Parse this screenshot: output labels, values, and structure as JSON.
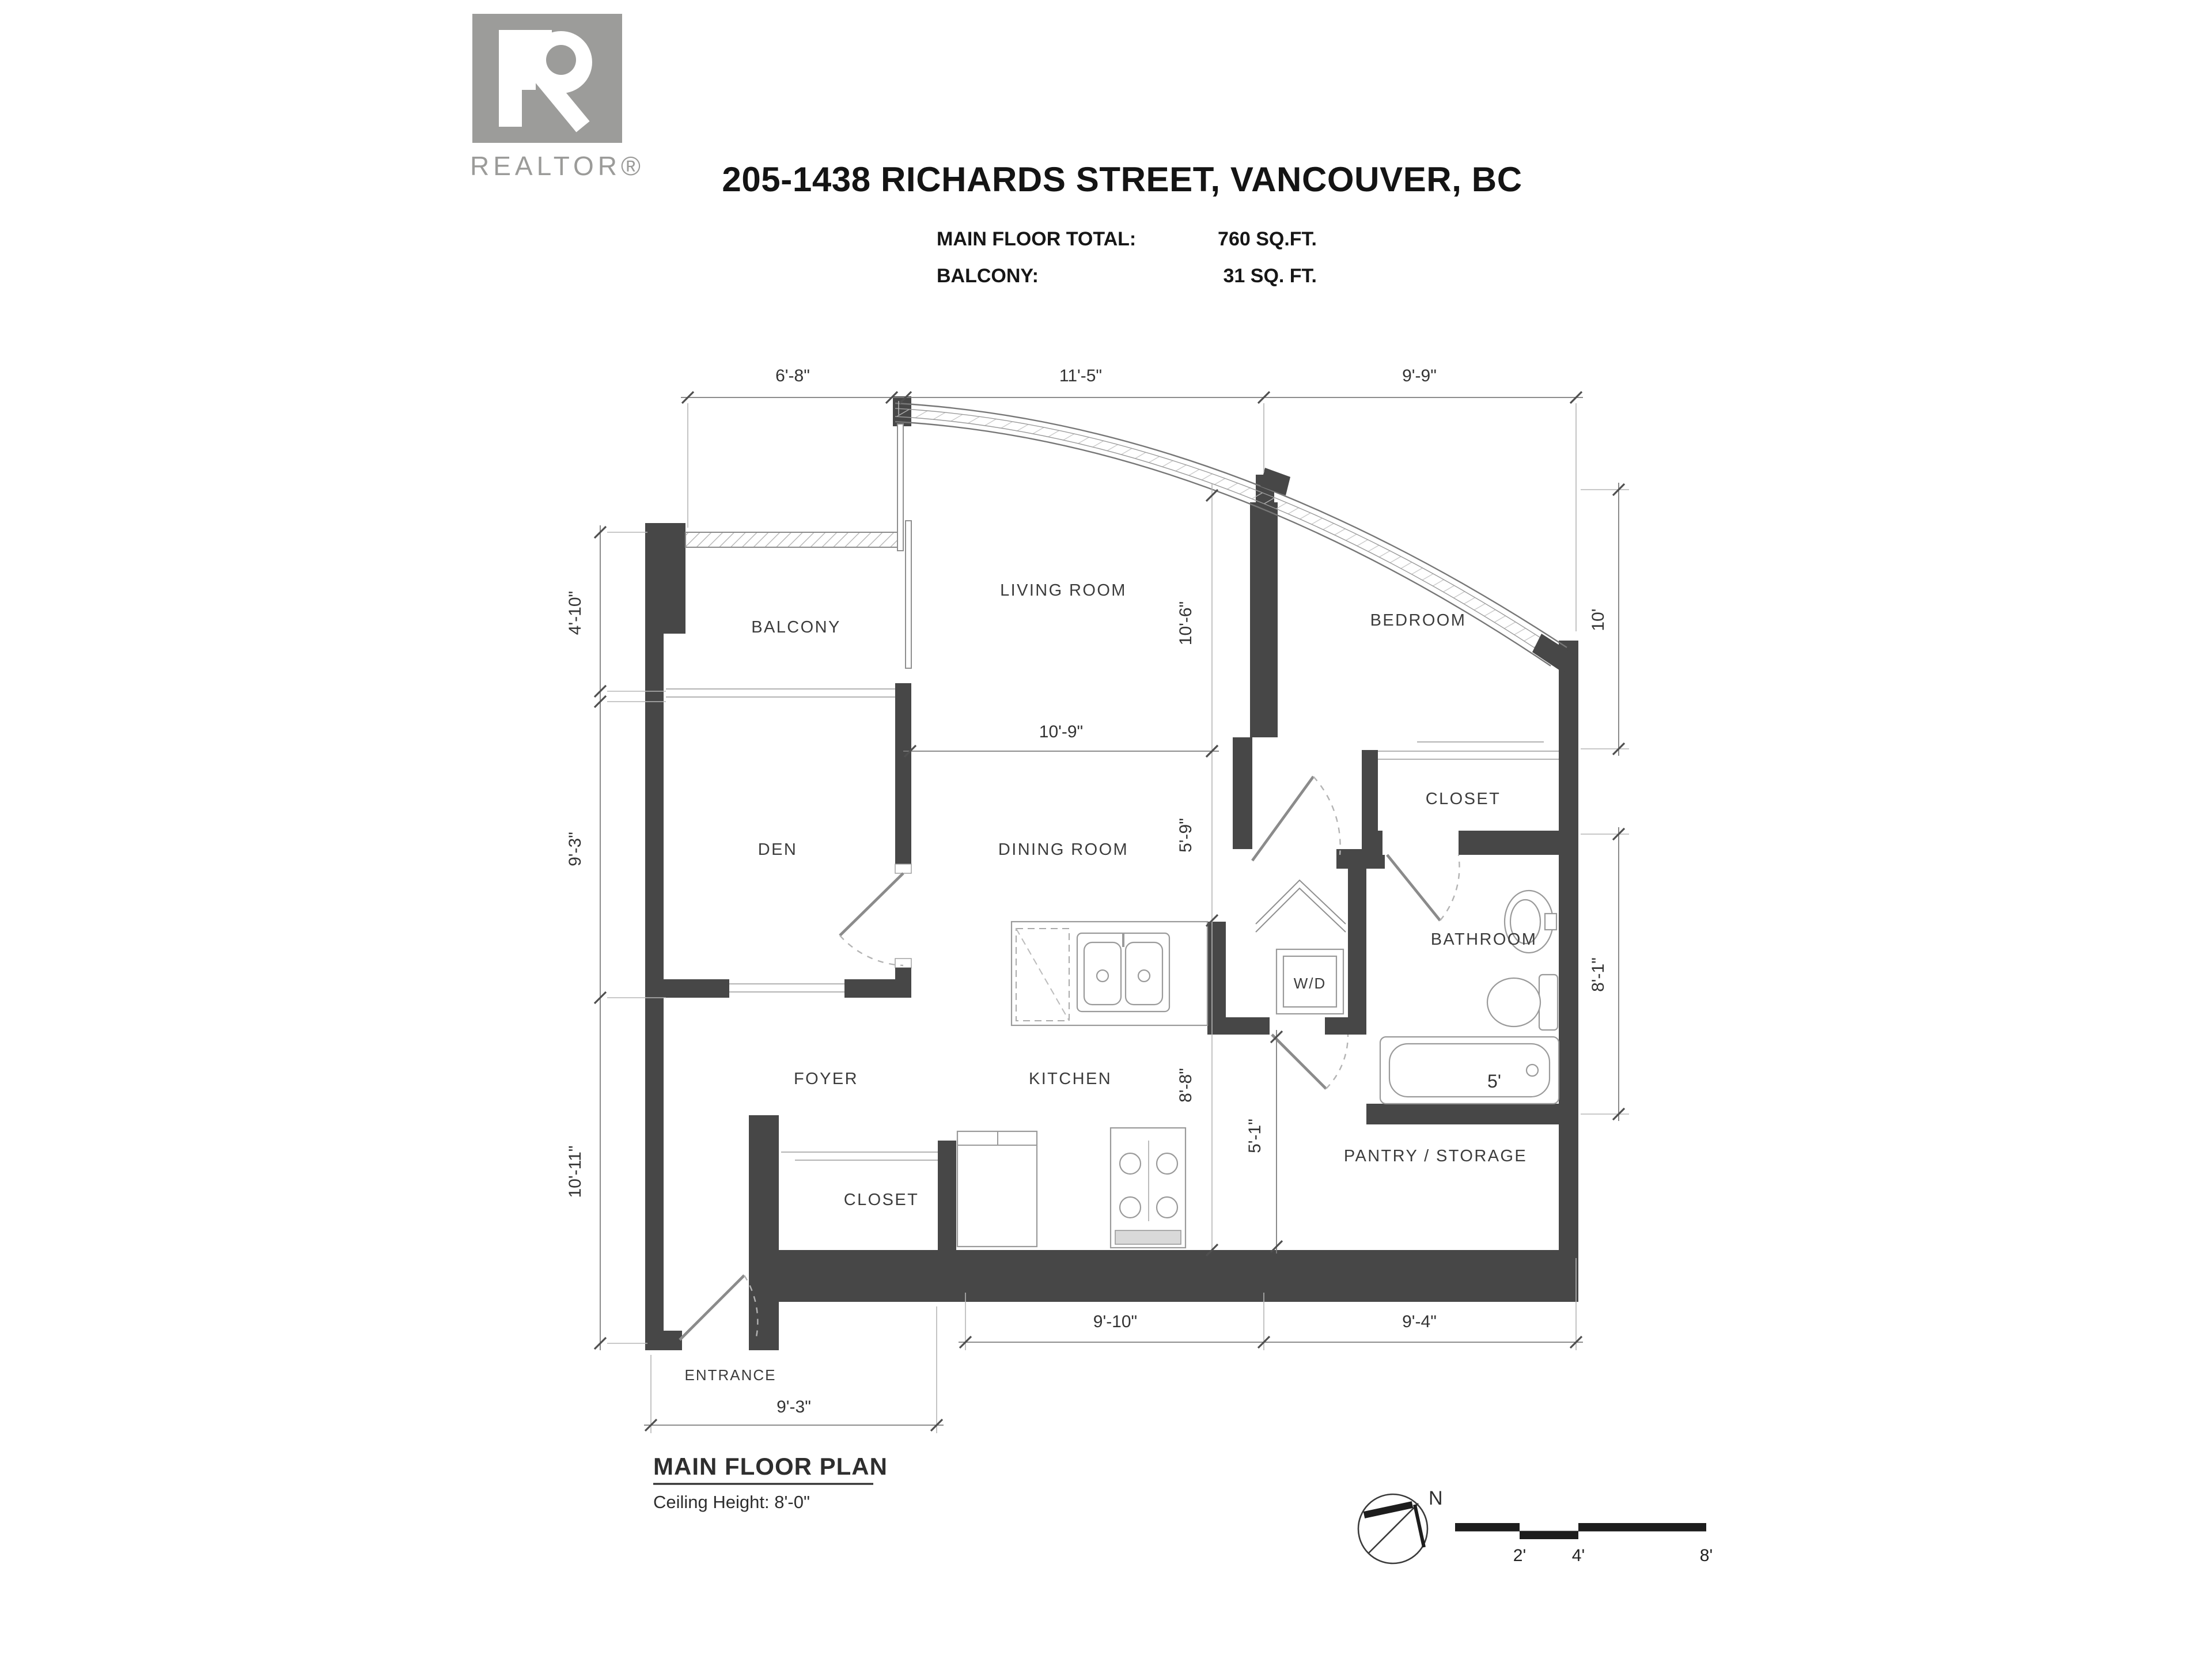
{
  "logo": {
    "realtor_label": "REALTOR®"
  },
  "header": {
    "title": "205-1438 RICHARDS STREET, VANCOUVER, BC",
    "stats": [
      {
        "label": "MAIN FLOOR TOTAL:",
        "value": "760 SQ.FT."
      },
      {
        "label": "BALCONY:",
        "value": "31 SQ. FT."
      }
    ]
  },
  "rooms": {
    "balcony": "BALCONY",
    "living_room": "LIVING ROOM",
    "bedroom": "BEDROOM",
    "den": "DEN",
    "dining_room": "DINING ROOM",
    "bedroom_closet": "CLOSET",
    "bathroom": "BATHROOM",
    "washer_dryer": "W/D",
    "foyer": "FOYER",
    "kitchen": "KITCHEN",
    "foyer_closet": "CLOSET",
    "pantry": "PANTRY / STORAGE",
    "entrance": "ENTRANCE"
  },
  "dimensions": {
    "top": [
      "6'-8\"",
      "11'-5\"",
      "9'-9\""
    ],
    "left": [
      "4'-10\"",
      "9'-3\"",
      "10'-11\""
    ],
    "right": [
      "10'",
      "8'-1\""
    ],
    "interior": [
      "10'-9\"",
      "10'-6\"",
      "5'-9\"",
      "8'-8\"",
      "5'-1\"",
      "5'"
    ],
    "bottom": [
      "9'-10\"",
      "9'-4\"",
      "9'-3\""
    ]
  },
  "footer": {
    "plan_title": "MAIN FLOOR PLAN",
    "ceiling_height": "Ceiling Height: 8'-0\"",
    "compass_north": "N",
    "scale_labels": [
      "2'",
      "4'",
      "8'"
    ]
  },
  "colors": {
    "wall": "#474747",
    "hatch": "#b4b4b4",
    "logo_gray": "#9c9c9a",
    "text": "#3a3a3a"
  }
}
